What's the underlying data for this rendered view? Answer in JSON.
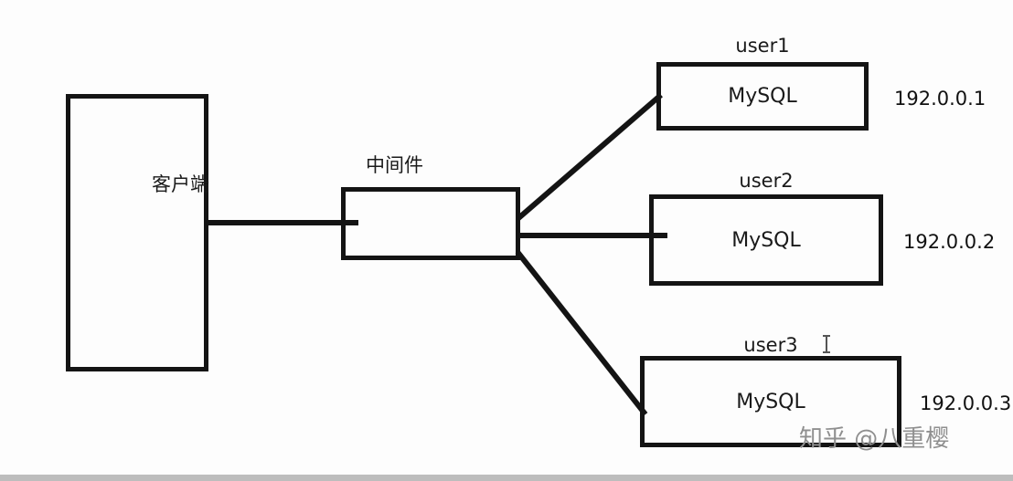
{
  "colors": {
    "line": "#141414",
    "box_border": "#141414",
    "text": "#1a1a1a",
    "watermark": "#8f8f8f",
    "background": "#fdfdfd"
  },
  "diagram": {
    "client": {
      "label": "客户端"
    },
    "middleware": {
      "label": "中间件"
    },
    "servers": [
      {
        "name": "user1",
        "label": "MySQL",
        "ip": "192.0.0.1"
      },
      {
        "name": "user2",
        "label": "MySQL",
        "ip": "192.0.0.2"
      },
      {
        "name": "user3",
        "label": "MySQL",
        "ip": "192.0.0.3"
      }
    ]
  },
  "watermark": {
    "text": "知乎 @八重樱"
  },
  "icons": {
    "text_cursor": "I-beam"
  }
}
